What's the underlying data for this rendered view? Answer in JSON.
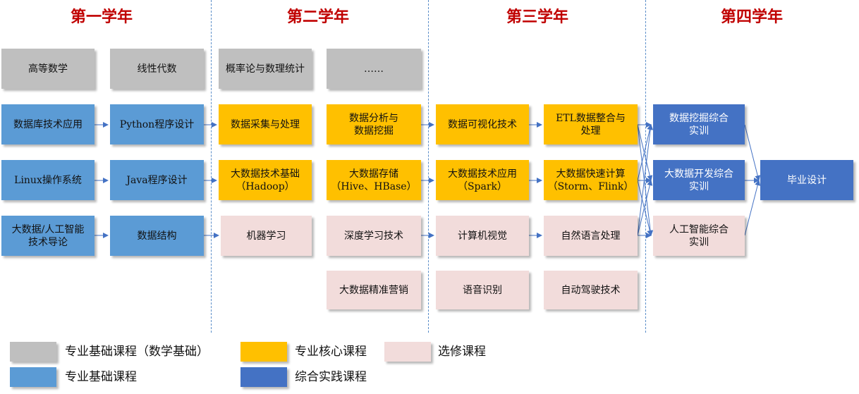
{
  "years": [
    "第一学年",
    "第二学年",
    "第三学年",
    "第四学年"
  ],
  "courses": {
    "c11": "高等数学",
    "c12": "线性代数",
    "c13": "概率论与数理统计",
    "c14": "……",
    "c21": "数据库技术应用",
    "c22": "Python程序设计",
    "c23": "数据采集与处理",
    "c24": "数据分析与\n数据挖掘",
    "c25": "数据可视化技术",
    "c26": "ETL数据整合与\n处理",
    "c27": "数据挖掘综合\n实训",
    "c31": "Linux操作系统",
    "c32": "Java程序设计",
    "c33": "大数据技术基础\n（Hadoop）",
    "c34": "大数据存储\n（Hive、HBase）",
    "c35": "大数据技术应用\n（Spark）",
    "c36": "大数据快速计算\n（Storm、Flink）",
    "c37": "大数据开发综合\n实训",
    "c41": "大数据/人工智能\n技术导论",
    "c42": "数据结构",
    "c43": "机器学习",
    "c44": "深度学习技术",
    "c45": "计算机视觉",
    "c46": "自然语言处理",
    "c47": "人工智能综合\n实训",
    "c54": "大数据精准营销",
    "c55": "语音识别",
    "c56": "自动驾驶技术",
    "grad": "毕业设计"
  },
  "legend": {
    "math": "专业基础课程（数学基础）",
    "basic": "专业基础课程",
    "core": "专业核心课程",
    "elective": "选修课程",
    "practice": "综合实践课程"
  },
  "colors": {
    "year_title": "#c00000",
    "gray": "#bfbfbf",
    "blue": "#5b9bd5",
    "orange": "#ffc000",
    "pink": "#f2dcdb",
    "dark_blue": "#4472c4",
    "arrow": "#4472c4"
  }
}
